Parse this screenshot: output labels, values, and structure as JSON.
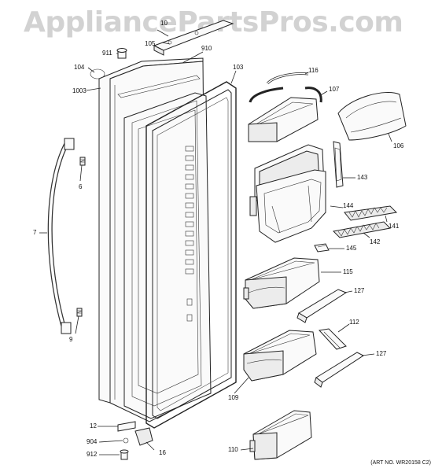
{
  "watermark": "AppliancePartsPros.com",
  "credit": "(ART NO. WR20158 C2)",
  "callouts": {
    "c104": "104",
    "c1003": "1003",
    "c911": "911",
    "c105": "105",
    "c910": "910",
    "c103": "103",
    "c116": "116",
    "c107": "107",
    "c106": "106",
    "c6": "6",
    "c143": "143",
    "c144": "144",
    "c141": "141",
    "c142": "142",
    "c7": "7",
    "c145": "145",
    "c115": "115",
    "c127a": "127",
    "c112": "112",
    "c9": "9",
    "c127b": "127",
    "c109": "109",
    "c12": "12",
    "c904": "904",
    "c16": "16",
    "c912": "912",
    "c110": "110"
  }
}
